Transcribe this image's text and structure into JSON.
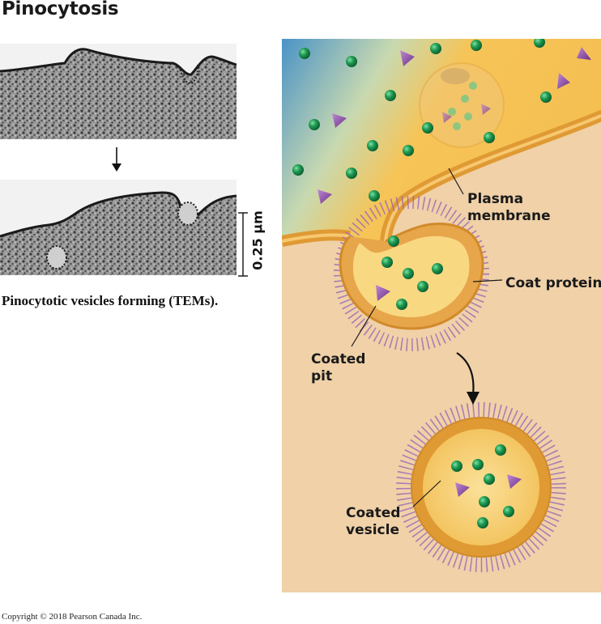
{
  "figure": {
    "title": "Pinocytosis",
    "caption": "Pinocytotic vesicles forming (TEMs).",
    "scale_bar_label": "0.25 µm",
    "copyright": "Copyright © 2018 Pearson Canada Inc."
  },
  "labels": {
    "plasma_membrane_line1": "Plasma",
    "plasma_membrane_line2": "membrane",
    "coat_protein": "Coat protein",
    "coated_pit_line1": "Coated",
    "coated_pit_line2": "pit",
    "coated_vesicle_line1": "Coated",
    "coated_vesicle_line2": "vesicle"
  },
  "colors": {
    "extracellular_fluid": "#f6c457",
    "cytoplasm": "#f0d1a8",
    "membrane": "#e09a34",
    "coat_protein": "#9b6ab5",
    "solute_sphere": "#1e9a52",
    "solute_triangle": "#8d4ea5",
    "background_top_left": "#4a93c7"
  },
  "icons": {
    "step_arrow": "arrow-down-icon",
    "transport_arrow": "curved-arrow-icon"
  }
}
